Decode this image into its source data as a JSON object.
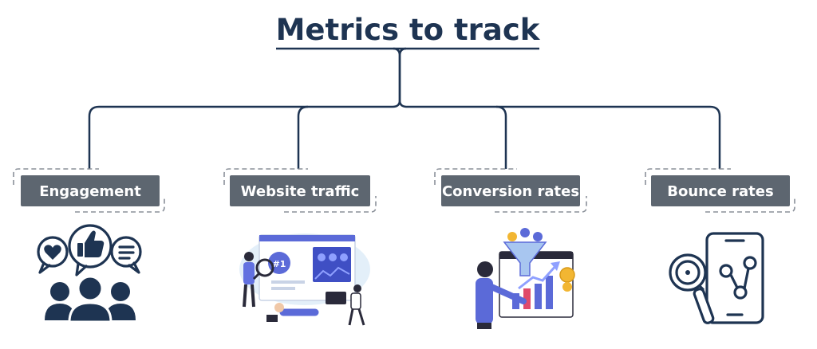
{
  "title": "Metrics to track",
  "metrics": [
    {
      "label": "Engagement",
      "icon": "engagement-people-icon"
    },
    {
      "label": "Website traffic",
      "icon": "website-traffic-illustration"
    },
    {
      "label": "Conversion rates",
      "icon": "conversion-funnel-illustration"
    },
    {
      "label": "Bounce rates",
      "icon": "bounce-phone-magnifier-icon"
    }
  ],
  "colors": {
    "title": "#1e3452",
    "connector": "#1e3452",
    "label_box": "#5d6670",
    "label_text": "#ffffff",
    "dashed_outline": "#8a9099",
    "illustration_blue": "#5b6ad8",
    "illustration_light": "#d8eaf8",
    "coin": "#f2b632"
  }
}
